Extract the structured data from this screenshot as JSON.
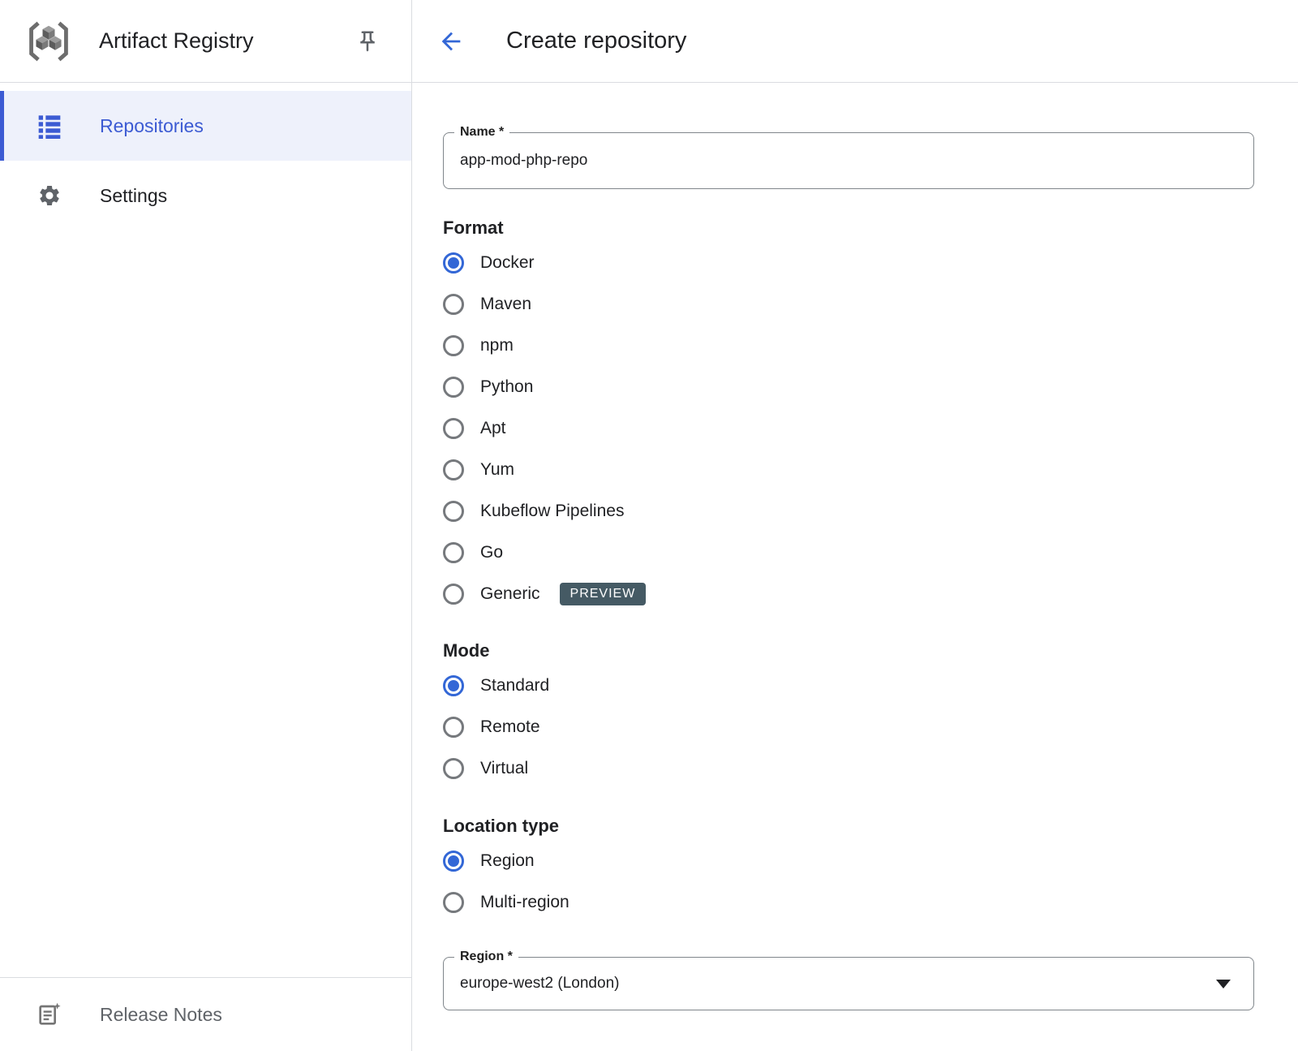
{
  "sidebar": {
    "title": "Artifact Registry",
    "items": [
      {
        "label": "Repositories",
        "selected": true
      },
      {
        "label": "Settings",
        "selected": false
      }
    ],
    "release_notes_label": "Release Notes"
  },
  "header": {
    "title": "Create repository"
  },
  "form": {
    "name_field": {
      "label": "Name *",
      "value": "app-mod-php-repo"
    },
    "format": {
      "label": "Format",
      "options": [
        {
          "label": "Docker",
          "selected": true
        },
        {
          "label": "Maven",
          "selected": false
        },
        {
          "label": "npm",
          "selected": false
        },
        {
          "label": "Python",
          "selected": false
        },
        {
          "label": "Apt",
          "selected": false
        },
        {
          "label": "Yum",
          "selected": false
        },
        {
          "label": "Kubeflow Pipelines",
          "selected": false
        },
        {
          "label": "Go",
          "selected": false
        },
        {
          "label": "Generic",
          "selected": false,
          "badge": "PREVIEW"
        }
      ]
    },
    "mode": {
      "label": "Mode",
      "options": [
        {
          "label": "Standard",
          "selected": true
        },
        {
          "label": "Remote",
          "selected": false
        },
        {
          "label": "Virtual",
          "selected": false
        }
      ]
    },
    "location_type": {
      "label": "Location type",
      "options": [
        {
          "label": "Region",
          "selected": true
        },
        {
          "label": "Multi-region",
          "selected": false
        }
      ]
    },
    "region_field": {
      "label": "Region *",
      "value": "europe-west2 (London)"
    }
  },
  "icons": {
    "logo": "artifact-registry-logo",
    "pin": "pushpin-outline",
    "repositories": "bulleted-list",
    "settings": "gear",
    "release_notes": "document-sparkle",
    "back": "arrow-left",
    "dropdown": "caret-down"
  },
  "colors": {
    "accent_blue": "#3367d6",
    "sidebar_selected_fg": "#3c5bd3",
    "sidebar_selected_bg": "#eef1fb",
    "preview_badge_bg": "#455a64",
    "text_primary": "#202124",
    "text_secondary": "#5f6368",
    "divider": "#dadce0",
    "field_border": "#80868b"
  }
}
